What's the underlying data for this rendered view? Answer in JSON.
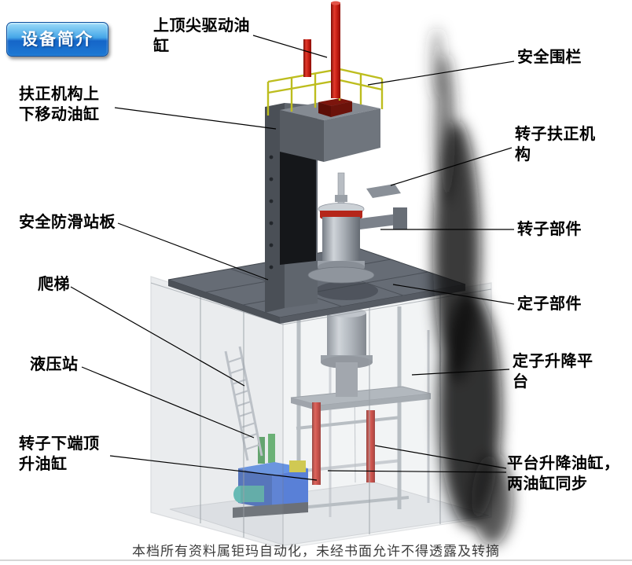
{
  "colors": {
    "cylinder-red": "#c01a10",
    "railing-yellow": "#bdbd1e",
    "hydraulic-blue": "#1c48b0",
    "badge-blue-light": "#9ddcf9",
    "badge-blue-dark": "#1565c8",
    "steel-dark": "#575c63",
    "steel-mid": "#8f959d",
    "cage-gray": "#c6cbd1",
    "label-text": "#000000",
    "watermark-text": "#3c3c3c"
  },
  "badge": {
    "label": "设备简介"
  },
  "labels": [
    {
      "id": "top-center-drive-cylinder",
      "text": "上顶尖驱动油\n缸"
    },
    {
      "id": "safety-fence",
      "text": "安全围栏"
    },
    {
      "id": "centering-lift-cylinder",
      "text": "扶正机构上\n下移动油缸"
    },
    {
      "id": "rotor-centering-mechanism",
      "text": "转子扶正机\n构"
    },
    {
      "id": "anti-slip-platform",
      "text": "安全防滑站板"
    },
    {
      "id": "rotor-component",
      "text": "转子部件"
    },
    {
      "id": "ladder",
      "text": "爬梯"
    },
    {
      "id": "stator-component",
      "text": "定子部件"
    },
    {
      "id": "hydraulic-station",
      "text": "液压站"
    },
    {
      "id": "stator-lift-platform",
      "text": "定子升降平\n台"
    },
    {
      "id": "rotor-bottom-jack-cylinder",
      "text": "转子下端顶\n升油缸"
    },
    {
      "id": "platform-lift-cylinders",
      "text": "平台升降油缸，\n两油缸同步"
    }
  ],
  "footer": {
    "watermark": "本档所有资料属钜玛自动化，未经书面允许不得透露及转摘"
  }
}
